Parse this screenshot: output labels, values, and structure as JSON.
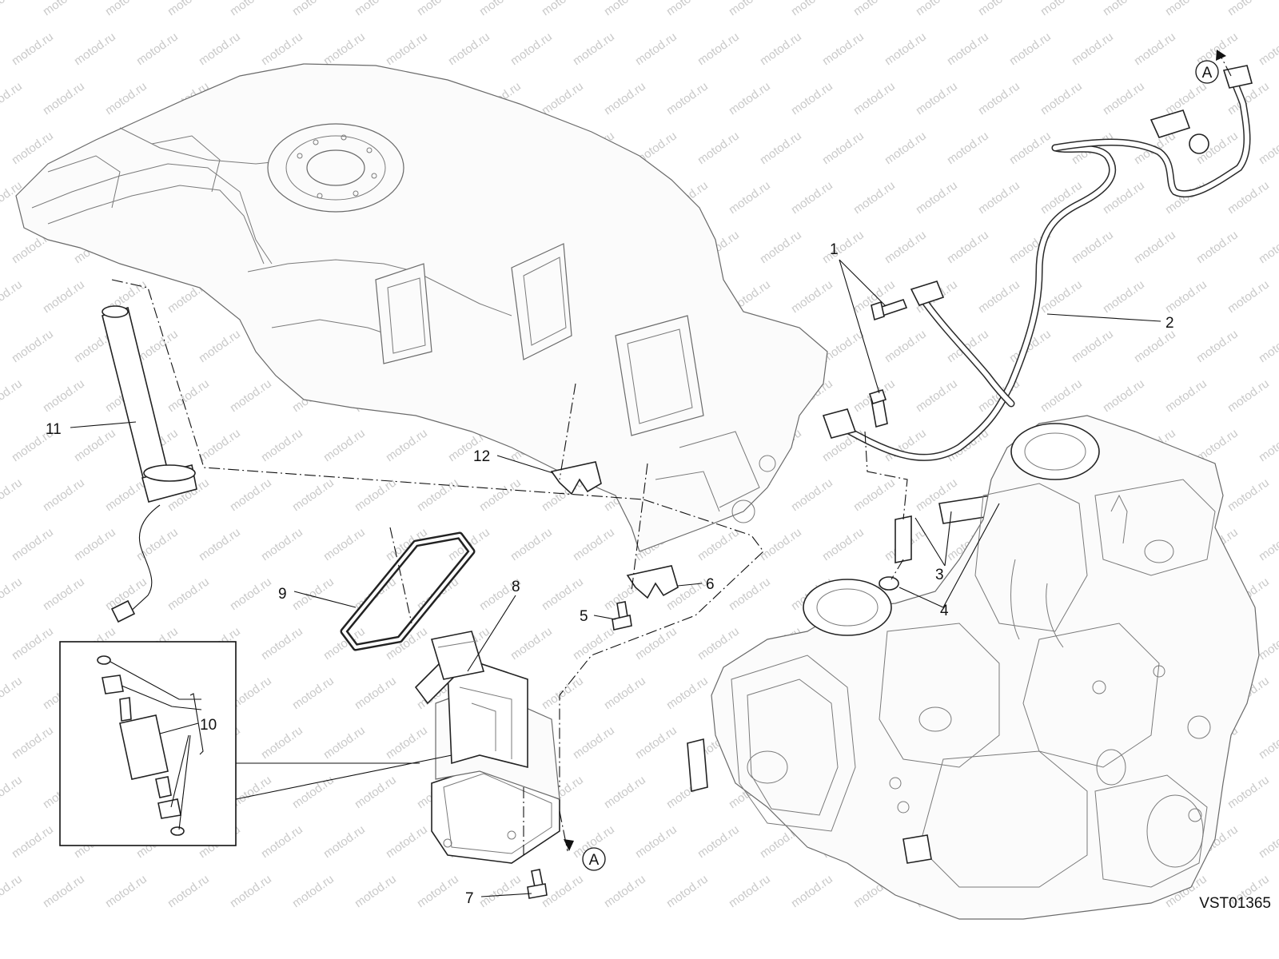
{
  "watermark": {
    "text": "motod.ru",
    "color": "#c9c9c9"
  },
  "drawing_code": "VST01365",
  "section_marker": "A",
  "callouts": [
    {
      "id": "1",
      "label": "1"
    },
    {
      "id": "2",
      "label": "2"
    },
    {
      "id": "3",
      "label": "3"
    },
    {
      "id": "4",
      "label": "4"
    },
    {
      "id": "5",
      "label": "5"
    },
    {
      "id": "6",
      "label": "6"
    },
    {
      "id": "7",
      "label": "7"
    },
    {
      "id": "8",
      "label": "8"
    },
    {
      "id": "9",
      "label": "9"
    },
    {
      "id": "10",
      "label": "10"
    },
    {
      "id": "11",
      "label": "11"
    },
    {
      "id": "12",
      "label": "12"
    }
  ]
}
